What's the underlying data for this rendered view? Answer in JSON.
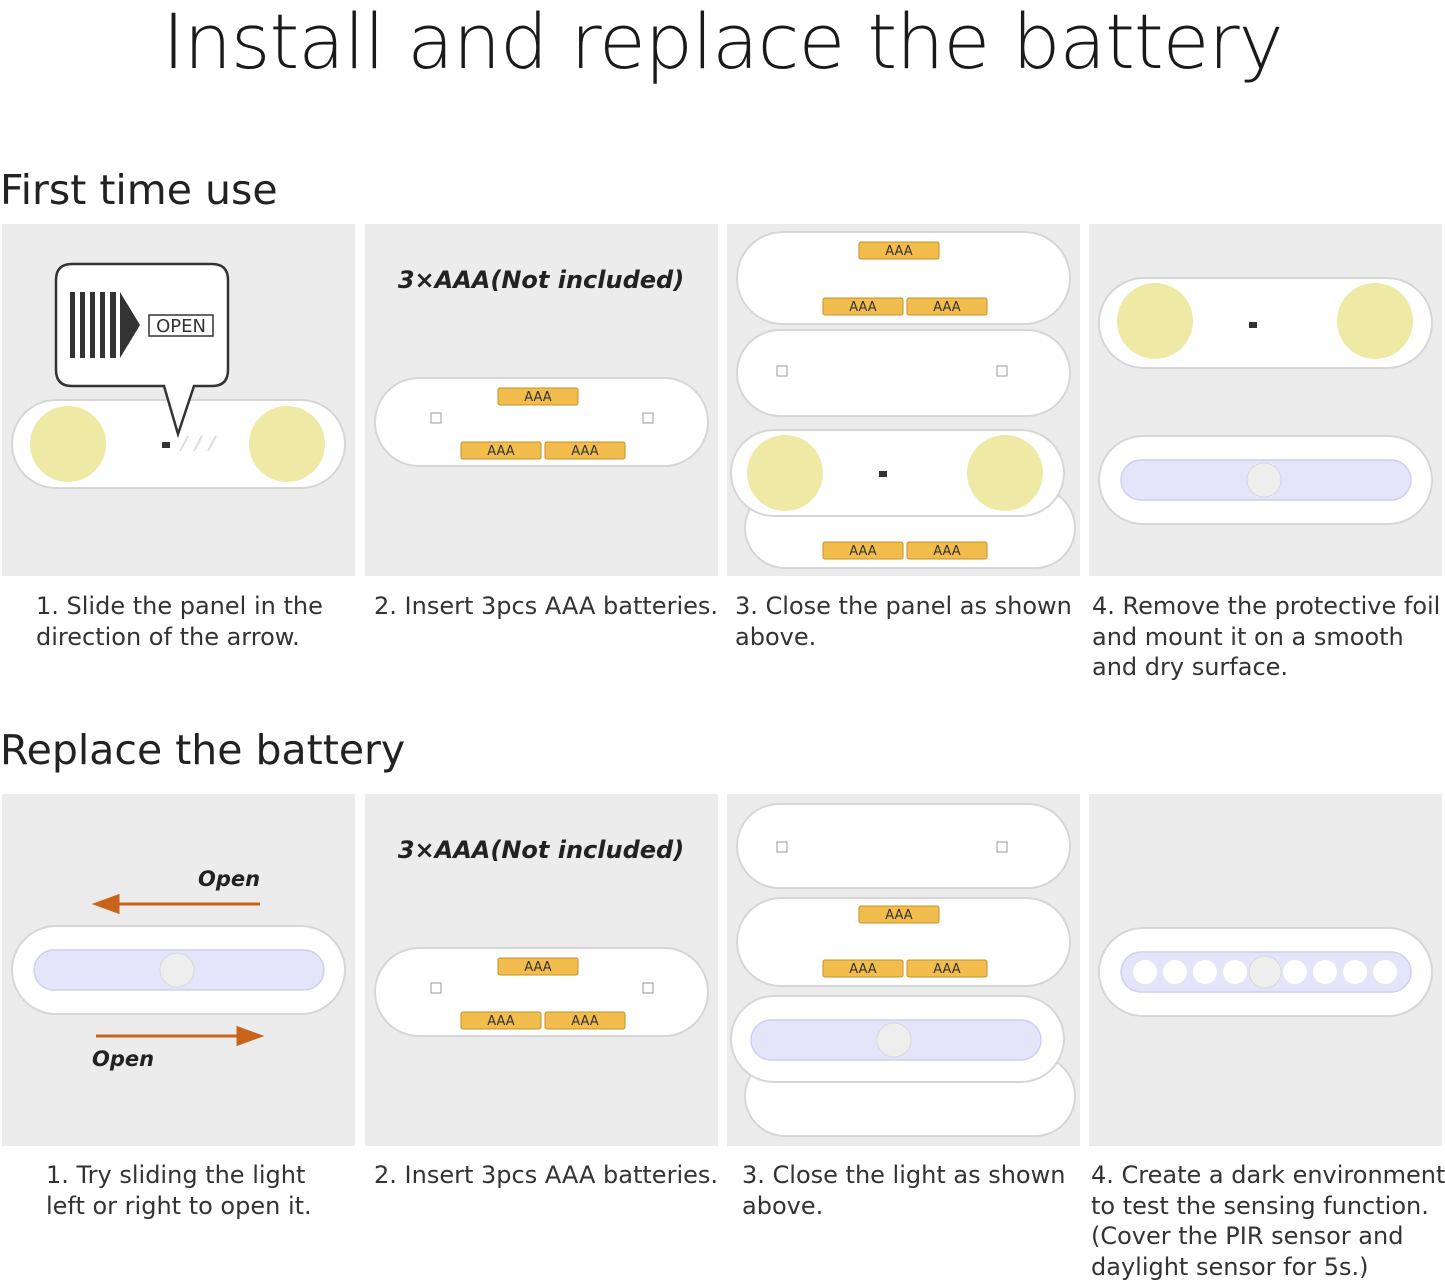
{
  "title": "Install and replace the battery",
  "sections": [
    {
      "heading": "First time use",
      "steps": [
        {
          "lines": [
            "1. Slide the panel in the",
            "direction of the arrow."
          ]
        },
        {
          "lines": [
            "2. Insert 3pcs AAA batteries."
          ]
        },
        {
          "lines": [
            "3. Close the panel as shown",
            "above."
          ]
        },
        {
          "lines": [
            "4. Remove the protective foil",
            "and mount it on a smooth",
            "and dry surface."
          ]
        }
      ]
    },
    {
      "heading": "Replace the battery",
      "steps": [
        {
          "lines": [
            "1. Try sliding the light",
            "left or right to open it."
          ]
        },
        {
          "lines": [
            "2. Insert 3pcs AAA batteries."
          ]
        },
        {
          "lines": [
            "3. Close the light as shown",
            "above."
          ]
        },
        {
          "lines": [
            "4. Create a dark environment",
            "to test the sensing function.",
            "(Cover the PIR sensor and",
            "daylight sensor for 5s.)"
          ]
        }
      ]
    }
  ],
  "labels": {
    "open_tag": "OPEN",
    "battery_note": "3×AAA(Not included)",
    "battery": "AAA",
    "open_arrow": "Open"
  },
  "colors": {
    "panel_bg": "#ececec",
    "housing": "#ffffff",
    "adhesive": "#efe9a6",
    "battery": "#f2bd4c",
    "arrow": "#c8641a",
    "led_glow": "#e4e4fb"
  }
}
